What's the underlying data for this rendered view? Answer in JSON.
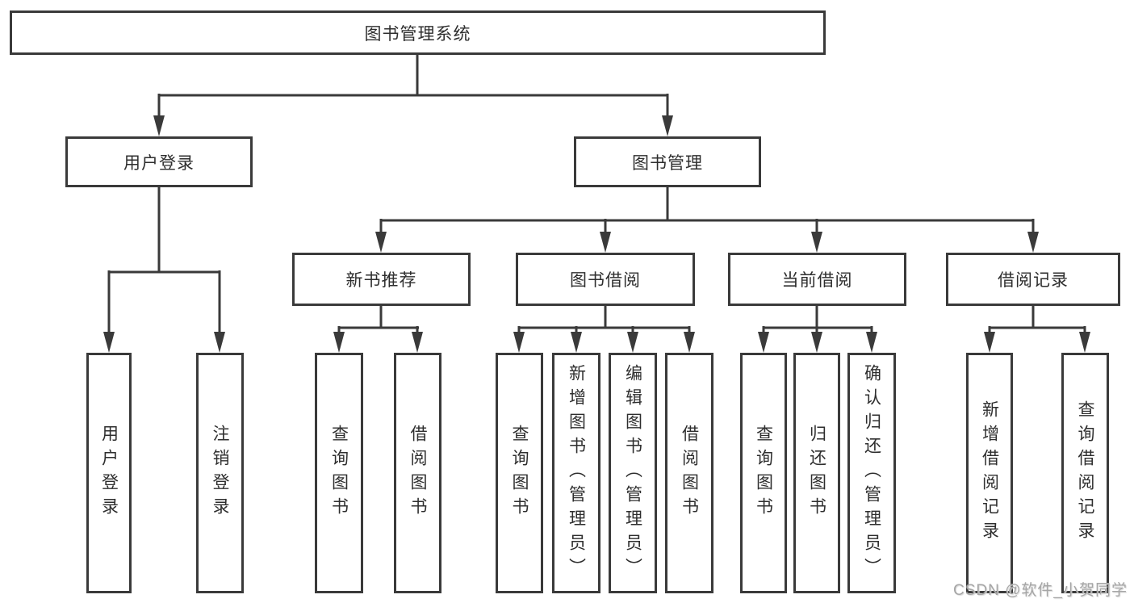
{
  "diagram": {
    "type": "hierarchy-tree",
    "watermark": "CSDN @软件_小贺同学",
    "colors": {
      "line": "#3a3a3a",
      "box_border": "#3a3a3a",
      "text": "#2e2e2e",
      "watermark_text": "#a6a6a6",
      "background": "#ffffff"
    },
    "tree": {
      "root": {
        "label": "图书管理系统"
      },
      "branches": [
        {
          "label": "用户登录",
          "children": [
            {
              "label": "用户登录"
            },
            {
              "label": "注销登录"
            }
          ]
        },
        {
          "label": "图书管理",
          "children": [
            {
              "label": "新书推荐",
              "children": [
                {
                  "label": "查询图书"
                },
                {
                  "label": "借阅图书"
                }
              ]
            },
            {
              "label": "图书借阅",
              "children": [
                {
                  "label": "查询图书"
                },
                {
                  "label": "新增图书（管理员）"
                },
                {
                  "label": "编辑图书（管理员）"
                },
                {
                  "label": "借阅图书"
                }
              ]
            },
            {
              "label": "当前借阅",
              "children": [
                {
                  "label": "查询图书"
                },
                {
                  "label": "归还图书"
                },
                {
                  "label": "确认归还（管理员）"
                }
              ]
            },
            {
              "label": "借阅记录",
              "children": [
                {
                  "label": "新增借阅记录"
                },
                {
                  "label": "查询借阅记录"
                }
              ]
            }
          ]
        }
      ]
    }
  }
}
